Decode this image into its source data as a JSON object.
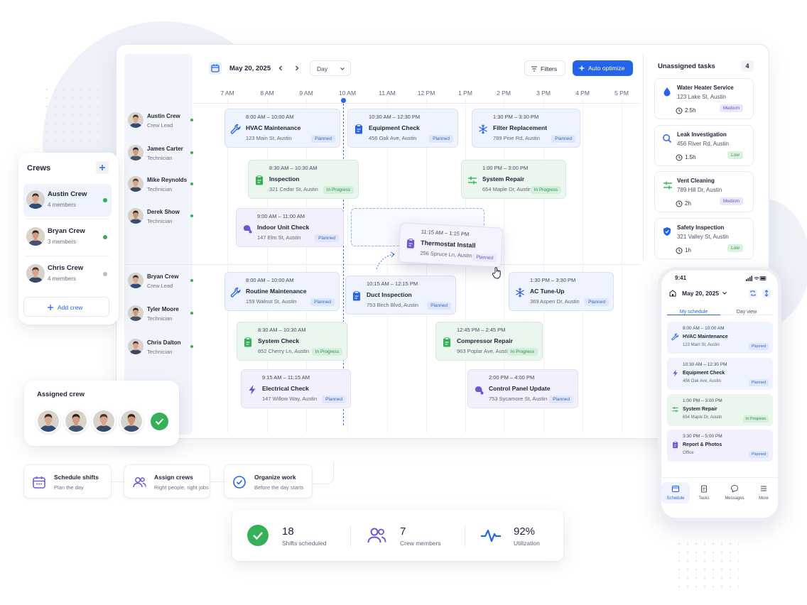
{
  "scheduler": {
    "date": "May 20, 2025",
    "view": "Day",
    "filters_label": "Filters",
    "auto_optimize_label": "Auto optimize",
    "hours": [
      "7 AM",
      "8 AM",
      "9 AM",
      "10 AM",
      "11 AM",
      "12 PM",
      "1 PM",
      "2 PM",
      "3 PM",
      "4 PM",
      "5 PM"
    ],
    "technicians": [
      {
        "name": "Austin Crew",
        "role": "Crew Lead"
      },
      {
        "name": "James Carter",
        "role": "Technician"
      },
      {
        "name": "Mike Reynolds",
        "role": "Technician"
      },
      {
        "name": "Derek Show",
        "role": "Technician"
      },
      {
        "name": "Bryan Crew",
        "role": "Crew Lead"
      },
      {
        "name": "Tyler Moore",
        "role": "Technician"
      },
      {
        "name": "Chris Dalton",
        "role": "Technician"
      }
    ],
    "jobs": [
      {
        "time": "8:00 AM – 10:00 AM",
        "title": "HVAC Maintenance",
        "address": "123 Main St, Austin",
        "status": "Planned",
        "icon": "wrench-icon"
      },
      {
        "time": "10:30 AM – 12:30 PM",
        "title": "Equipment Check",
        "address": "456 Oak Ave, Austin",
        "status": "Planned",
        "icon": "clipboard-icon"
      },
      {
        "time": "1:30 PM – 3:30 PM",
        "title": "Filter Replacement",
        "address": "789 Pine Rd, Austin",
        "status": "Planned",
        "icon": "snowflake-icon"
      },
      {
        "time": "8:30 AM – 10:30 AM",
        "title": "Inspection",
        "address": "321 Cedar St, Austin",
        "status": "In Progress",
        "icon": "clipboard-icon"
      },
      {
        "time": "1:00 PM – 3:00 PM",
        "title": "System Repair",
        "address": "654 Maple Dr, Austin",
        "status": "In Progress",
        "icon": "sliders-icon"
      },
      {
        "time": "9:00 AM – 11:00 AM",
        "title": "Indoor Unit Check",
        "address": "147 Elm St, Austin",
        "status": "Planned",
        "icon": "vacuum-icon"
      },
      {
        "time": "8:00 AM – 10:00 AM",
        "title": "Routine Maintenance",
        "address": "159 Walnut St, Austin",
        "status": "Planned",
        "icon": "wrench-icon"
      },
      {
        "time": "10:15 AM – 12:15 PM",
        "title": "Duct Inspection",
        "address": "753 Birch Blvd, Austin",
        "status": "Planned",
        "icon": "clipboard-icon"
      },
      {
        "time": "1:30 PM – 3:30 PM",
        "title": "AC Tune-Up",
        "address": "369 Aspen Dr, Austin",
        "status": "Planned",
        "icon": "snowflake-icon"
      },
      {
        "time": "8:30 AM – 10:30 AM",
        "title": "System Check",
        "address": "852 Cherry Ln, Austin",
        "status": "In Progress",
        "icon": "clipboard-icon"
      },
      {
        "time": "12:45 PM – 2:45 PM",
        "title": "Compressor Repair",
        "address": "963 Poplar Ave, Austin",
        "status": "In Progress",
        "icon": "clipboard-icon"
      },
      {
        "time": "9:15 AM – 11:15 AM",
        "title": "Electrical Check",
        "address": "147 Willow Way, Austin",
        "status": "Planned",
        "icon": "bolt-icon"
      },
      {
        "time": "2:00 PM – 4:00 PM",
        "title": "Control Panel Update",
        "address": "753 Sycamore St, Austin",
        "status": "Planned",
        "icon": "vacuum-icon"
      }
    ],
    "dragged_job": {
      "time": "11:15 AM – 1:15 PM",
      "title": "Thermostat Install",
      "address": "256 Spruce Ln, Austin",
      "status": "Planned"
    }
  },
  "unassigned": {
    "title": "Unassigned tasks",
    "count": "4",
    "tasks": [
      {
        "title": "Water Heater Service",
        "address": "123 Lake St, Austin",
        "duration": "2.5h",
        "priority": "Medium",
        "icon": "drop-icon"
      },
      {
        "title": "Leak Investigation",
        "address": "456 River Rd, Austin",
        "duration": "1.5h",
        "priority": "Low",
        "icon": "search-icon"
      },
      {
        "title": "Vent Cleaning",
        "address": "789 Hill Dr, Austin",
        "duration": "2h",
        "priority": "Medium",
        "icon": "sliders-icon"
      },
      {
        "title": "Safety Inspection",
        "address": "321 Valley St, Austin",
        "duration": "1h",
        "priority": "Low",
        "icon": "shield-icon"
      }
    ]
  },
  "crews": {
    "title": "Crews",
    "items": [
      {
        "name": "Austin Crew",
        "members": "4 members"
      },
      {
        "name": "Bryan Crew",
        "members": "3 members"
      },
      {
        "name": "Chris Crew",
        "members": "4 members"
      }
    ],
    "add_label": "Add crew"
  },
  "assigned_crew": {
    "title": "Assigned crew"
  },
  "workflow": [
    {
      "title": "Schedule shifts",
      "subtitle": "Plan the day"
    },
    {
      "title": "Assign crews",
      "subtitle": "Right people, right jobs"
    },
    {
      "title": "Organize work",
      "subtitle": "Before the day starts"
    }
  ],
  "stats": [
    {
      "value": "18",
      "label": "Shifts scheduled"
    },
    {
      "value": "7",
      "label": "Crew members"
    },
    {
      "value": "92%",
      "label": "Utilization"
    }
  ],
  "phone": {
    "time": "9:41",
    "date": "May 20, 2025",
    "tabs": [
      "My schedule",
      "Day view"
    ],
    "jobs": [
      {
        "time": "8:00 AM – 10:00 AM",
        "title": "HVAC Maintenance",
        "address": "123 Main St, Austin",
        "status": "Planned"
      },
      {
        "time": "10:30 AM – 12:30 PM",
        "title": "Equipment Check",
        "address": "456 Oak Ave, Austin",
        "status": "Planned"
      },
      {
        "time": "1:00 PM – 3:00 PM",
        "title": "System Repair",
        "address": "654 Maple Dr, Austin",
        "status": "In Progress"
      },
      {
        "time": "3:30 PM – 5:00 PM",
        "title": "Report & Photos",
        "address": "Office",
        "status": "Planned"
      }
    ],
    "nav": [
      "Schedule",
      "Tasks",
      "Messages",
      "More"
    ]
  },
  "colors": {
    "accent": "#2563eb",
    "green": "#34b157",
    "purple": "#6b56d6",
    "blue_card": "#eef3fd",
    "green_card": "#ebf7ee",
    "purple_card": "#f1f0fc"
  }
}
